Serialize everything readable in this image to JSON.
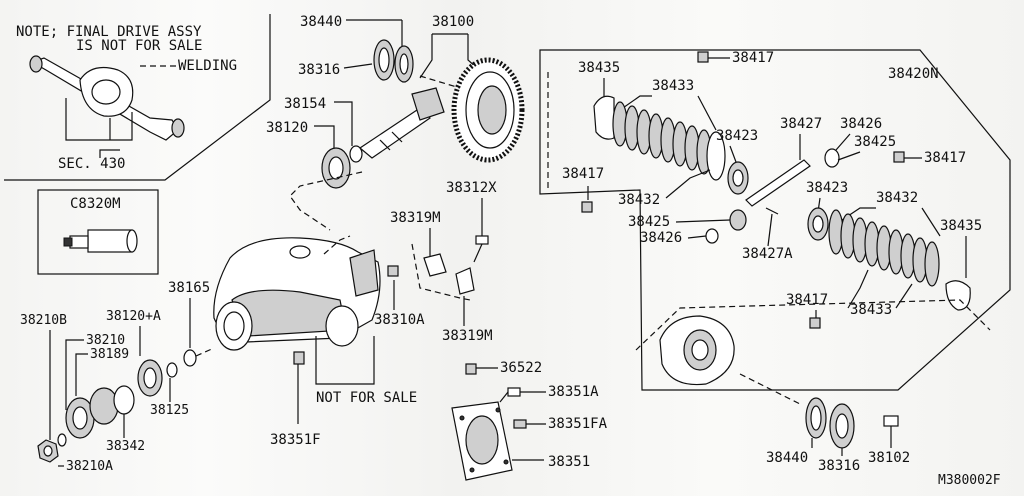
{
  "note": {
    "line1": "NOTE; FINAL DRIVE ASSY",
    "line2": "IS NOT FOR SALE",
    "welding": "WELDING",
    "sec": "SEC. 430"
  },
  "tool_box": "C8320M",
  "not_for_sale": "NOT FOR SALE",
  "figure_id": "M380002F",
  "labels": {
    "p38440a": "38440",
    "p38100": "38100",
    "p38316a": "38316",
    "p38154": "38154",
    "p38120": "38120",
    "p38312x": "38312X",
    "p38319m_a": "38319M",
    "p38310a": "38310A",
    "p38319m_b": "38319M",
    "p38165": "38165",
    "p38210b": "38210B",
    "p38210": "38210",
    "p38120a": "38120+A",
    "p38189": "38189",
    "p38125": "38125",
    "p38342": "38342",
    "p38210a": "38210A",
    "p38351f": "38351F",
    "p36522": "36522",
    "p38351a": "38351A",
    "p38351fa": "38351FA",
    "p38351": "38351",
    "p38417a": "38417",
    "p38420n": "38420N",
    "p38435a": "38435",
    "p38433a": "38433",
    "p38423a": "38423",
    "p38427": "38427",
    "p38426a": "38426",
    "p38425a": "38425",
    "p38417b": "38417",
    "p38417c": "38417",
    "p38432a": "38432",
    "p38425b": "38425",
    "p38426b": "38426",
    "p38423b": "38423",
    "p38432b": "38432",
    "p38435b": "38435",
    "p38427a": "38427A",
    "p38417d": "38417",
    "p38433b": "38433",
    "p38440b": "38440",
    "p38316b": "38316",
    "p38102": "38102"
  }
}
